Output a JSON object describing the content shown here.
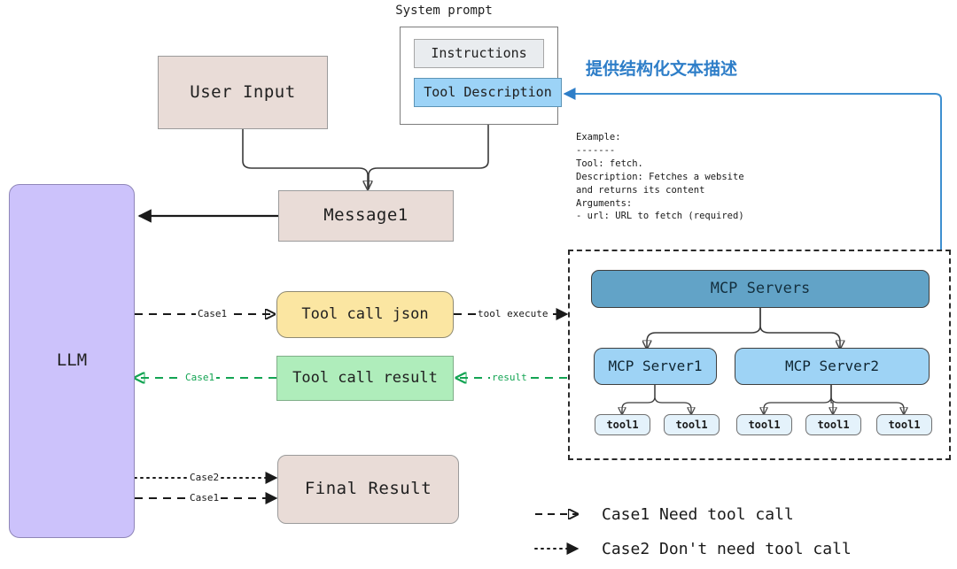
{
  "diagram": {
    "title_caption": "System prompt",
    "nodes": {
      "user_input": "User Input",
      "instructions": "Instructions",
      "tool_description": "Tool Description",
      "message1": "Message1",
      "llm": "LLM",
      "tool_call_json": "Tool call json",
      "tool_call_result": "Tool call result",
      "final_result": "Final Result",
      "mcp_servers": "MCP Servers",
      "mcp_server1": "MCP Server1",
      "mcp_server2": "MCP Server2",
      "tool_s1_a": "tool1",
      "tool_s1_b": "tool1",
      "tool_s2_a": "tool1",
      "tool_s2_b": "tool1",
      "tool_s2_c": "tool1"
    },
    "annotation_cn": "提供结构化文本描述",
    "example_block": "Example:\n-------\nTool: fetch.\nDescription: Fetches a website\nand returns its content\nArguments:\n- url: URL to fetch (required)",
    "edge_labels": {
      "llm_to_toolcall": "Case1",
      "toolcall_to_mcp": "tool execute",
      "mcp_to_result": "result",
      "result_to_llm": "Case1",
      "llm_to_final_case2": "Case2",
      "llm_to_final_case1": "Case1"
    },
    "legend": [
      {
        "style": "dashed",
        "label": "Case1 Need tool call"
      },
      {
        "style": "dotted",
        "label": "Case2 Don't need tool call"
      }
    ],
    "colors": {
      "pink": "#E9DCD7",
      "purple": "#CCC2FB",
      "yellow": "#FBE6A2",
      "green": "#AFEDBB",
      "tool_description_blue": "#9CD3F7",
      "instructions_gray": "#E9ECEF",
      "mcp_header_blue": "#62A3C7",
      "mcp_server_blue": "#9ED3F5",
      "tool_light_blue": "#E4F2FB",
      "annotation_blue": "#2E7EC8",
      "result_green_line": "#13A453"
    }
  }
}
